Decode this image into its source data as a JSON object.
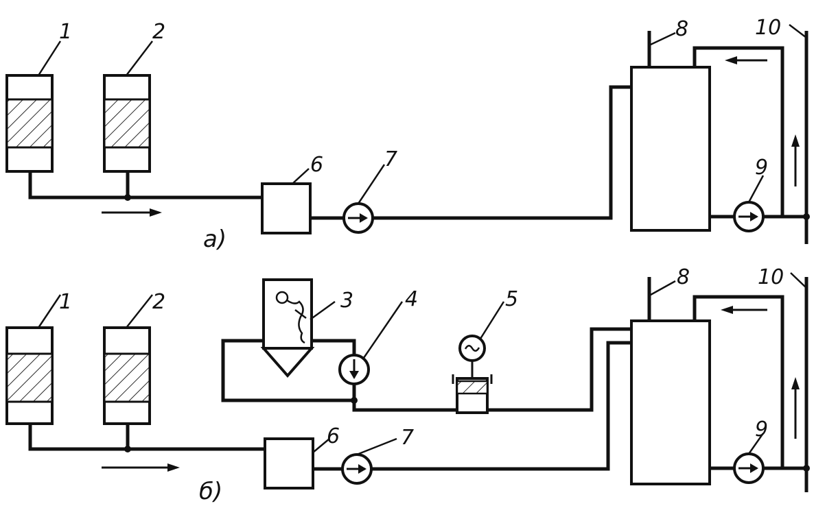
{
  "diagram": {
    "panel_a": {
      "caption": "а)",
      "labels": {
        "n1": "1",
        "n2": "2",
        "n6": "6",
        "n7": "7",
        "n8": "8",
        "n9": "9",
        "n10": "10"
      }
    },
    "panel_b": {
      "caption": "б)",
      "labels": {
        "n1": "1",
        "n2": "2",
        "n3": "3",
        "n4": "4",
        "n5": "5",
        "n6": "6",
        "n7": "7",
        "n8": "8",
        "n9": "9",
        "n10": "10"
      }
    }
  }
}
